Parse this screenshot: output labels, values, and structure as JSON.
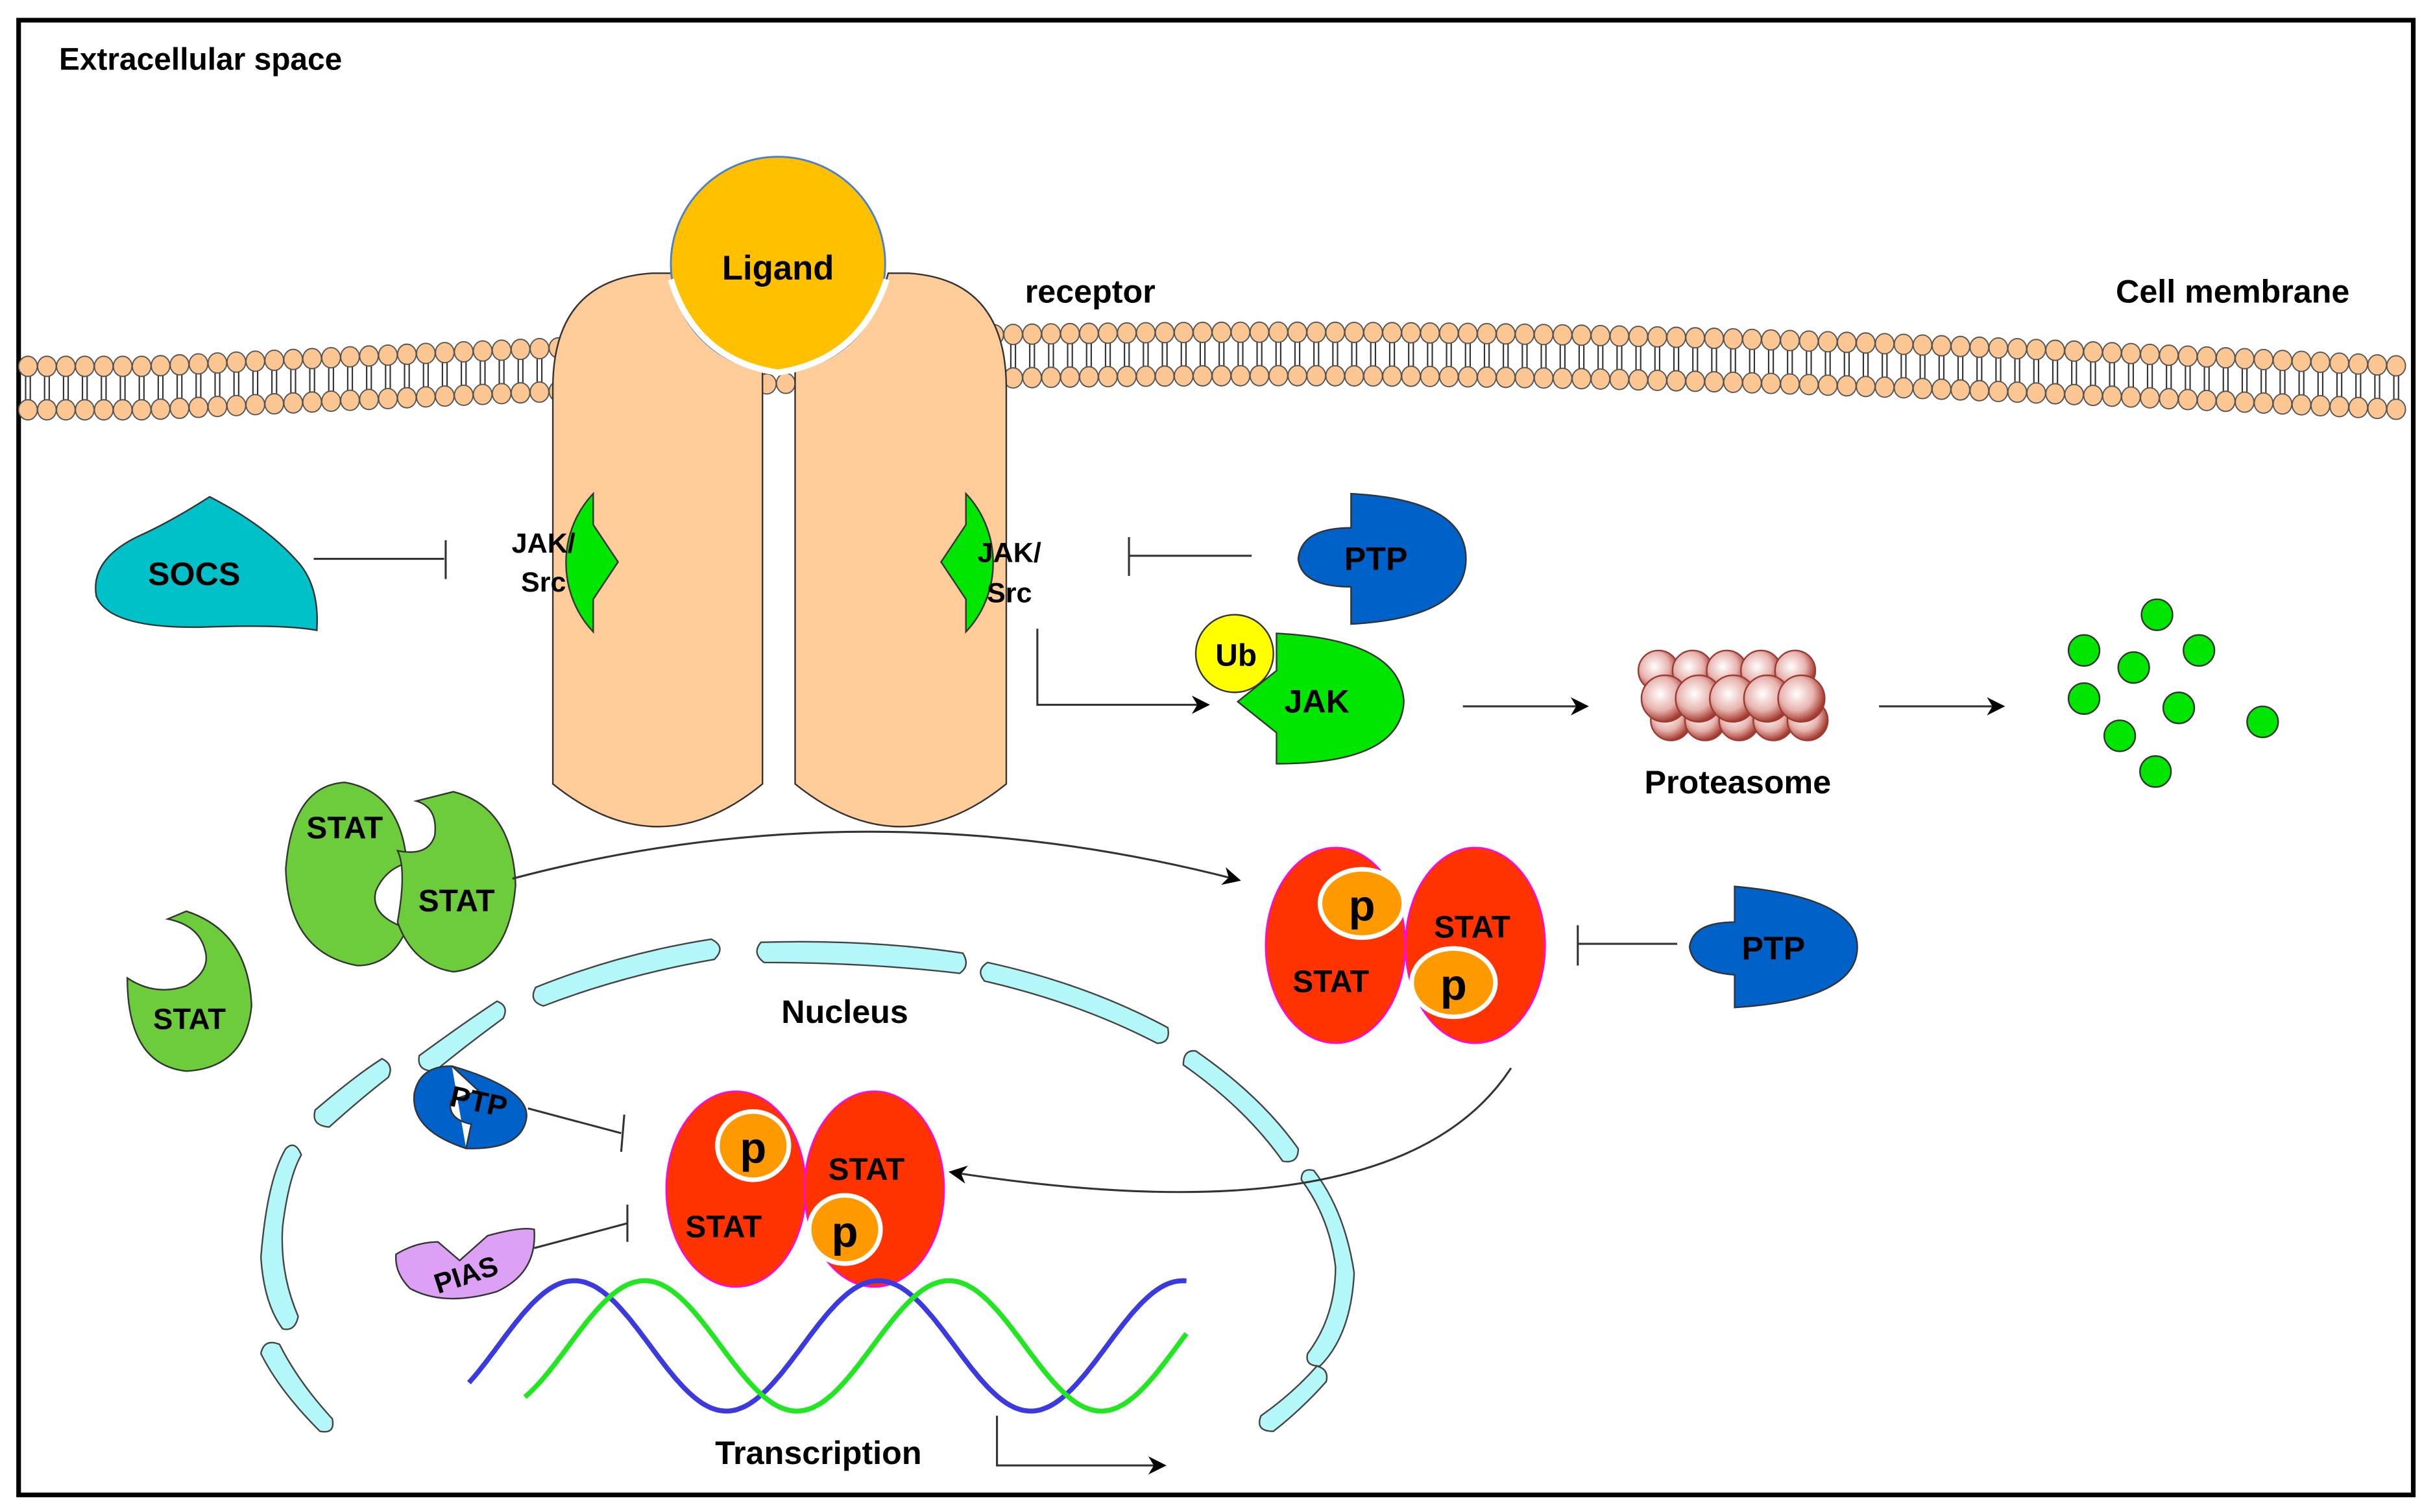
{
  "title": "JAK/STAT signaling pathway",
  "labels": {
    "extracellular": "Extracellular space",
    "ligand": "Ligand",
    "receptor": "receptor",
    "cell_membrane": "Cell membrane",
    "socs": "SOCS",
    "jak_src_left_1": "JAK/",
    "jak_src_left_2": "Src",
    "jak_src_right_1": "JAK/",
    "jak_src_right_2": "Src",
    "ptp_top": "PTP",
    "ub": "Ub",
    "jak": "JAK",
    "proteasome": "Proteasome",
    "stat_single": "STAT",
    "stat_dimer_a": "STAT",
    "stat_dimer_b": "STAT",
    "pstat_cyto_a": "STAT",
    "pstat_cyto_b": "STAT",
    "p": "p",
    "ptp_mid": "PTP",
    "nucleus": "Nucleus",
    "ptp_nuclear": "PTP",
    "pias": "PIAS",
    "pstat_nuc_a": "STAT",
    "pstat_nuc_b": "STAT",
    "transcription": "Transcription"
  },
  "colors": {
    "ligand": "#ffc000",
    "receptor": "#fdcc99",
    "lipid_head": "#fbc692",
    "jak": "#00e600",
    "socs": "#00c0c8",
    "ptp": "#0062c8",
    "ub": "#ffff00",
    "stat_inactive": "#6ccc3c",
    "stat_active": "#ff3300",
    "phospho": "#ff9900",
    "pias": "#dca0f4",
    "nuclear_envelope": "#b3f7f8",
    "proteasome": "#b3433a",
    "fragments": "#00e600",
    "dna_strand_1": "#3a3ae0",
    "dna_strand_2": "#22e622"
  }
}
